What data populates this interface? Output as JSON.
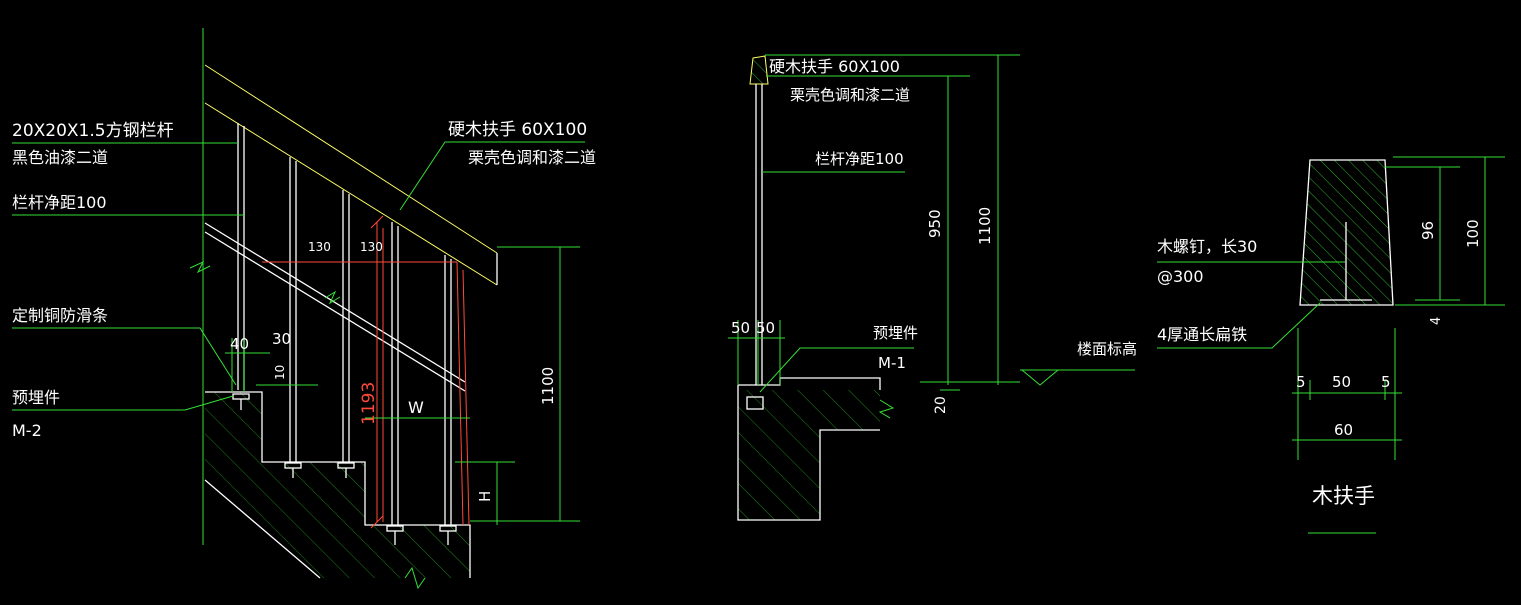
{
  "colors": {
    "background": "#000000",
    "text": "#ffffff",
    "leader": "#35e035",
    "outline": "#ffffff",
    "rail": "#ffff66",
    "dimension": "#ff4a3a",
    "hatch": "#35e035"
  },
  "left": {
    "bar_spec": "20X20X1.5方钢栏杆",
    "bar_paint": "黑色油漆二道",
    "bar_spacing": "栏杆净距100",
    "handrail_spec": "硬木扶手 60X100",
    "handrail_paint": "栗壳色调和漆二道",
    "anti_slip": "定制铜防滑条",
    "embed_label": "预埋件",
    "embed_code": "M-2",
    "dim_130a": "130",
    "dim_130b": "130",
    "dim_1193": "1193",
    "dim_w": "W",
    "dim_h": "H",
    "dim_1100": "1100",
    "dim_40": "40",
    "dim_30": "30",
    "dim_10": "10"
  },
  "middle": {
    "handrail_spec": "硬木扶手 60X100",
    "handrail_paint": "栗壳色调和漆二道",
    "bar_spacing": "栏杆净距100",
    "dim_950": "950",
    "dim_1100": "1100",
    "dim_50a": "50",
    "dim_50b": "50",
    "embed_label": "预埋件",
    "embed_code": "M-1",
    "dim_20": "20",
    "floor_level": "楼面标高"
  },
  "right": {
    "screw_spec": "木螺钉，长30",
    "screw_pitch": "@300",
    "flat_iron": "4厚通长扁铁",
    "dim_96": "96",
    "dim_100": "100",
    "dim_4": "4",
    "dim_5a": "5",
    "dim_50": "50",
    "dim_5b": "5",
    "dim_60": "60",
    "title": "木扶手"
  }
}
